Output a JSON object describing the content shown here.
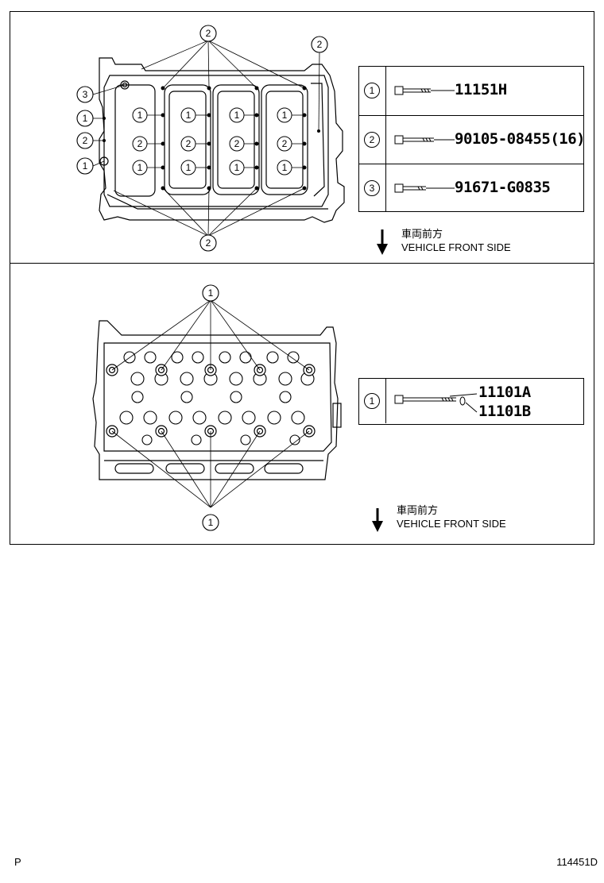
{
  "top_panel": {
    "callouts": [
      "2",
      "2",
      "3",
      "1",
      "2",
      "1",
      "2"
    ],
    "legend": [
      {
        "num": "1",
        "part": "11151H"
      },
      {
        "num": "2",
        "part": "90105-08455(16)"
      },
      {
        "num": "3",
        "part": "91671-G0835"
      }
    ],
    "front_jp": "車両前方",
    "front_en": "VEHICLE FRONT SIDE"
  },
  "bottom_panel": {
    "callouts": [
      "1",
      "1"
    ],
    "legend": [
      {
        "num": "1",
        "parts": [
          "11101A",
          "11101B"
        ]
      }
    ],
    "front_jp": "車両前方",
    "front_en": "VEHICLE FRONT SIDE"
  },
  "footer": {
    "left": "P",
    "right": "114451D"
  }
}
